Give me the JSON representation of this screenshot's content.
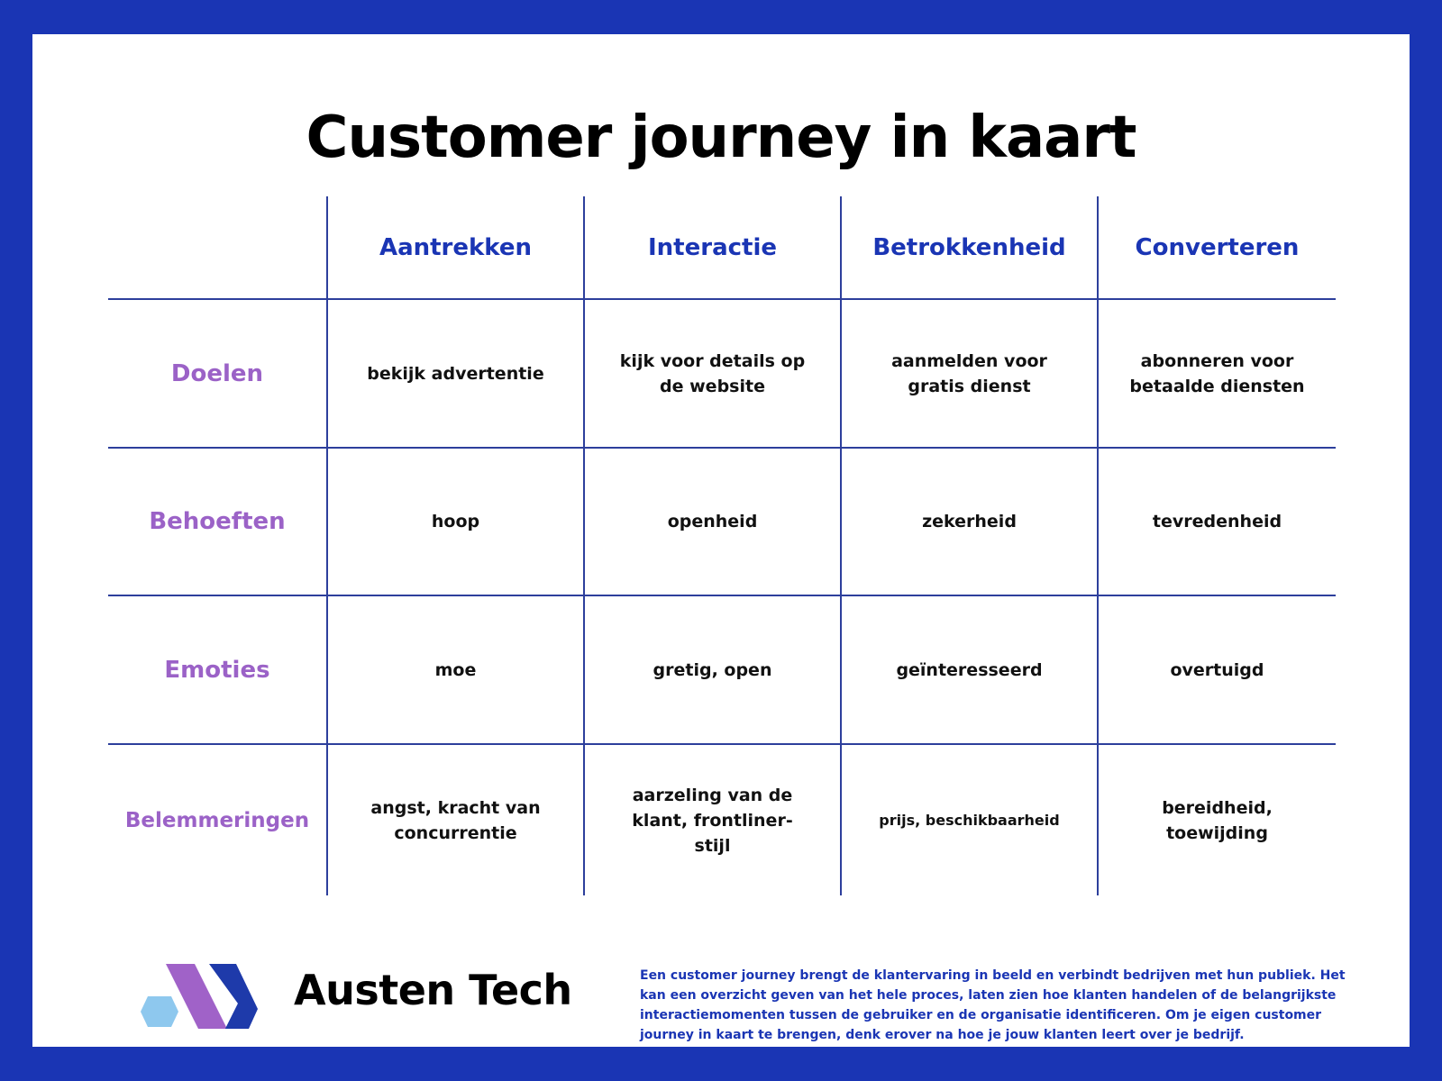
{
  "title": "Customer journey in kaart",
  "columns": [
    "Aantrekken",
    "Interactie",
    "Betrokkenheid",
    "Converteren"
  ],
  "rows": [
    {
      "label": "Doelen",
      "cells": [
        "bekijk advertentie",
        "kijk voor details op de website",
        "aanmelden voor gratis dienst",
        "abonneren voor betaalde diensten"
      ]
    },
    {
      "label": "Behoeften",
      "cells": [
        "hoop",
        "openheid",
        "zekerheid",
        "tevredenheid"
      ]
    },
    {
      "label": "Emoties",
      "cells": [
        "moe",
        "gretig, open",
        "geïnteresseerd",
        "overtuigd"
      ]
    },
    {
      "label": "Belemmeringen",
      "cells": [
        "angst, kracht van concurrentie",
        "aarzeling van de klant, frontliner-stijl",
        "prijs, beschikbaarheid",
        "bereidheid, toewijding"
      ]
    }
  ],
  "brand": {
    "name": "Austen Tech",
    "logo_icon": "brand-logo-icon"
  },
  "description": "Een customer journey brengt de klantervaring in beeld en verbindt bedrijven met hun publiek. Het kan een overzicht geven van het hele proces, laten zien hoe klanten handelen of de belangrijkste interactiemomenten tussen de gebruiker en de organisatie identificeren. Om je eigen customer journey in kaart te brengen, denk erover na hoe je jouw klanten leert over je bedrijf.",
  "colors": {
    "frame": "#1a35b4",
    "column_heading": "#1a35b4",
    "row_heading": "#9b62c7",
    "grid": "#2d3f9c",
    "logo_purple": "#a062c8",
    "logo_blue": "#1e3aaa",
    "logo_light": "#8ec8ee"
  }
}
